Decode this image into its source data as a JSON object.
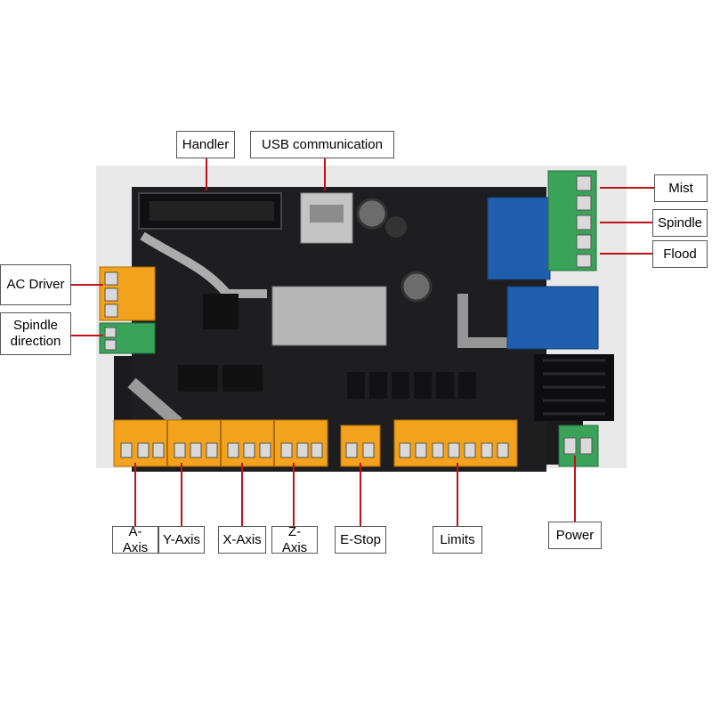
{
  "labels": {
    "handler": "Handler",
    "usb": "USB communication",
    "mist": "Mist",
    "spindle": "Spindle",
    "flood": "Flood",
    "ac_driver": "AC Driver",
    "spindle_direction": "Spindle\ndirection",
    "a_axis": "A-Axis",
    "y_axis": "Y-Axis",
    "x_axis": "X-Axis",
    "z_axis": "Z-Axis",
    "e_stop": "E-Stop",
    "limits": "Limits",
    "power": "Power"
  },
  "colors": {
    "leader": "#c0111a",
    "board": "#1b1b1d",
    "terminal_orange": "#f2a21c",
    "terminal_green": "#3aa35a",
    "relay_blue": "#1f5fae"
  }
}
